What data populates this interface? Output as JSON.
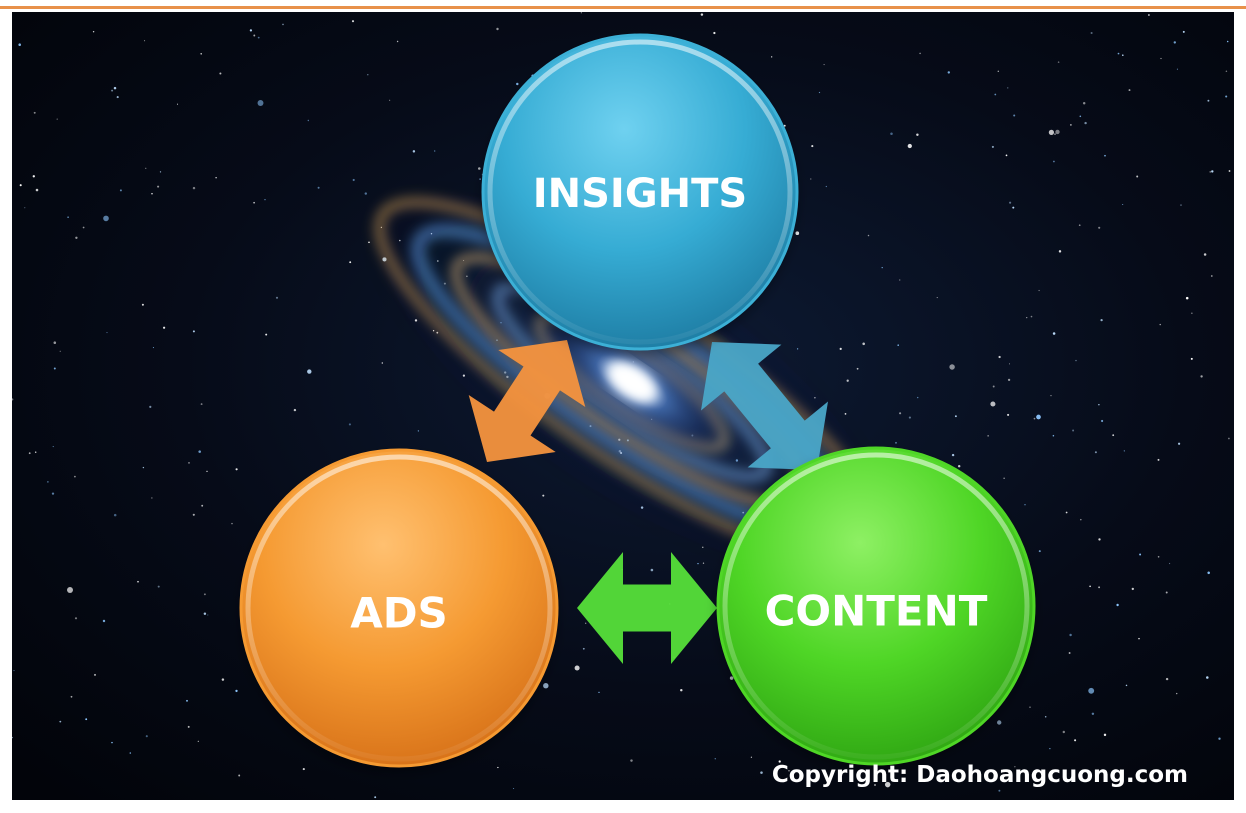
{
  "diagram": {
    "nodes": [
      {
        "id": "insights",
        "label": "INSIGHTS",
        "color": "#3cb0d6"
      },
      {
        "id": "ads",
        "label": "ADS",
        "color": "#f59a32"
      },
      {
        "id": "content",
        "label": "CONTENT",
        "color": "#4fd626"
      }
    ],
    "edges": [
      {
        "from": "ads",
        "to": "insights",
        "color": "#f5943e",
        "bidirectional": true
      },
      {
        "from": "insights",
        "to": "content",
        "color": "#4aa6c8",
        "bidirectional": true
      },
      {
        "from": "ads",
        "to": "content",
        "color": "#56e03a",
        "bidirectional": true
      }
    ]
  },
  "footer": {
    "copyright": "Copyright: Daohoangcuong.com"
  },
  "background": {
    "theme": "galaxy-starfield",
    "top_rule_color": "#e8914a"
  }
}
